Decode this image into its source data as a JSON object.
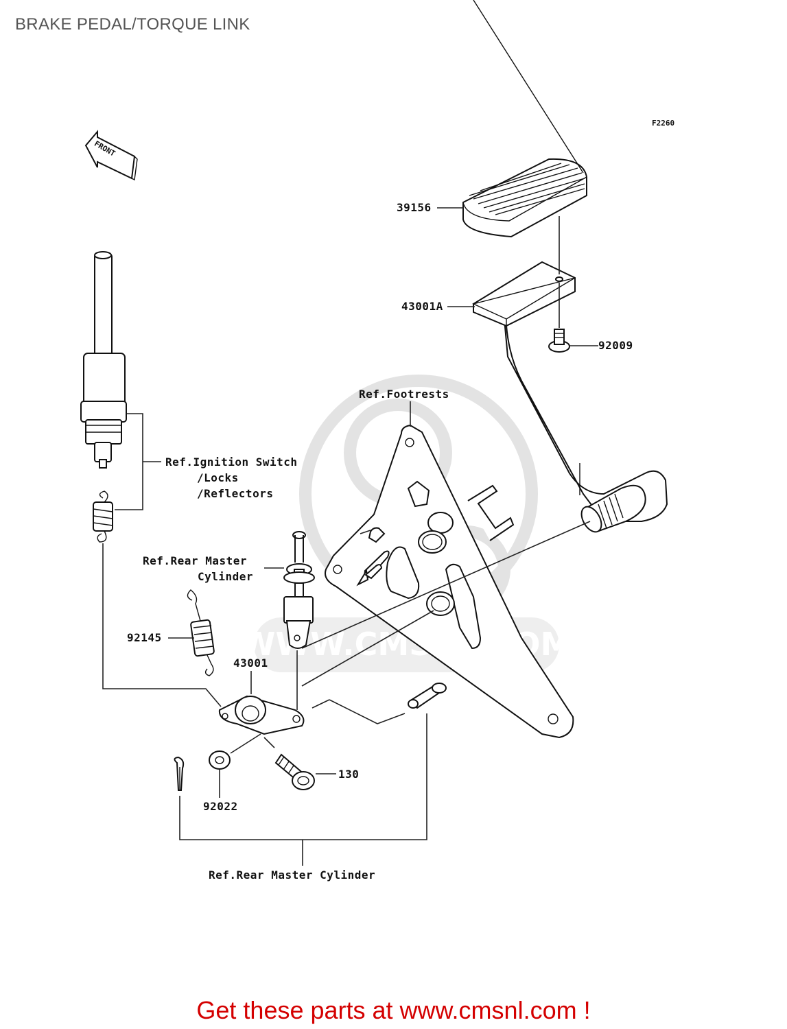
{
  "title": "BRAKE PEDAL/TORQUE LINK",
  "figure_code": "F2260",
  "front_label": "FRONT",
  "watermark_text": "WWW.CMSNL.COM",
  "parts": {
    "p39156": "39156",
    "p43001A": "43001A",
    "p92009": "92009",
    "p92145": "92145",
    "p43001": "43001",
    "p130": "130",
    "p92022": "92022"
  },
  "refs": {
    "footrests": "Ref.Footrests",
    "ignition_line1": "Ref.Ignition Switch",
    "ignition_line2": "/Locks",
    "ignition_line3": "/Reflectors",
    "rear_master_line1": "Ref.Rear Master",
    "rear_master_line2": "Cylinder",
    "rear_master_bottom": "Ref.Rear Master Cylinder"
  },
  "promo_text": "Get these parts at www.cmsnl.com !",
  "colors": {
    "title": "#555555",
    "promo": "#d40000",
    "lines": "#111111",
    "watermark": "#e3e3e3"
  }
}
